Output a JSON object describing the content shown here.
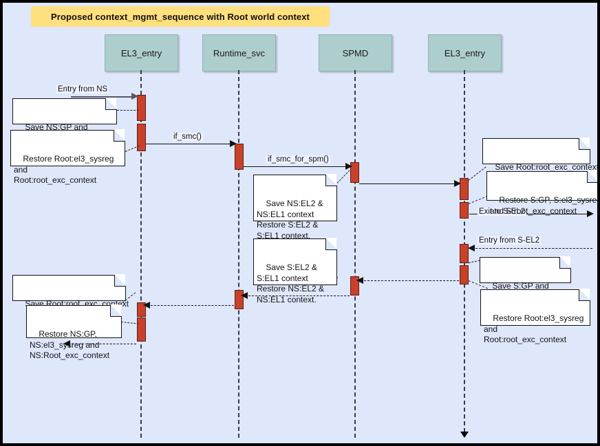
{
  "diagram": {
    "type": "uml-sequence-diagram",
    "title": "Proposed context_mgmt_sequence with Root world context",
    "background_color": "#dfe7fb",
    "title_banner_color": "#ffdf7e",
    "participant_color": "#aecdcd",
    "activation_color": "#c8412a",
    "note_color": "#ffffff"
  },
  "participants": [
    {
      "id": "el3_entry_ns",
      "label": "EL3_entry"
    },
    {
      "id": "runtime_svc",
      "label": "Runtime_svc"
    },
    {
      "id": "spmd",
      "label": "SPMD"
    },
    {
      "id": "el3_entry_s",
      "label": "EL3_entry"
    }
  ],
  "messages": [
    {
      "id": "m1",
      "label": "Entry from NS",
      "style": "solid",
      "direction": "right"
    },
    {
      "id": "m2",
      "label": "if_smc()",
      "style": "solid",
      "direction": "right"
    },
    {
      "id": "m3",
      "label": "if_smc_for_spm()",
      "style": "solid",
      "direction": "right"
    },
    {
      "id": "m4",
      "label": "",
      "style": "solid",
      "direction": "right"
    },
    {
      "id": "m5",
      "label": "Exit to S-EL2",
      "style": "solid",
      "direction": "right"
    },
    {
      "id": "m6",
      "label": "Entry from S-EL2",
      "style": "dashed",
      "direction": "left"
    },
    {
      "id": "m7",
      "label": "",
      "style": "dashed",
      "direction": "left"
    },
    {
      "id": "m8",
      "label": "",
      "style": "dashed",
      "direction": "left"
    },
    {
      "id": "m9",
      "label": "",
      "style": "dashed",
      "direction": "left"
    }
  ],
  "notes": [
    {
      "id": "n1",
      "text": "Save NS:GP and\nNS:Root_exc_context"
    },
    {
      "id": "n2",
      "text": "Restore Root:el3_sysreg\nand\nRoot:root_exc_context"
    },
    {
      "id": "n3",
      "text": "Save NS:EL2 &\nNS:EL1 context\nRestore S:EL2 &\nS:EL1 context."
    },
    {
      "id": "n4",
      "text": "Save Root:root_exc_context"
    },
    {
      "id": "n5",
      "text": "Restore S:GP, S:el3_sysreg\nand S:root_exc_context"
    },
    {
      "id": "n6",
      "text": "Save S:EL2 &\nS:EL1 context\nRestore NS:EL2 &\nNS:EL1 context."
    },
    {
      "id": "n7",
      "text": "Save S:GP and\nS:root_exc_context"
    },
    {
      "id": "n8",
      "text": "Restore Root:el3_sysreg\nand\nRoot:root_exc_context"
    },
    {
      "id": "n9",
      "text": "Save Root:root_exc_context"
    },
    {
      "id": "n10",
      "text": "Restore NS:GP,\nNS:el3_sysreg and\nNS:Root_exc_context"
    }
  ]
}
